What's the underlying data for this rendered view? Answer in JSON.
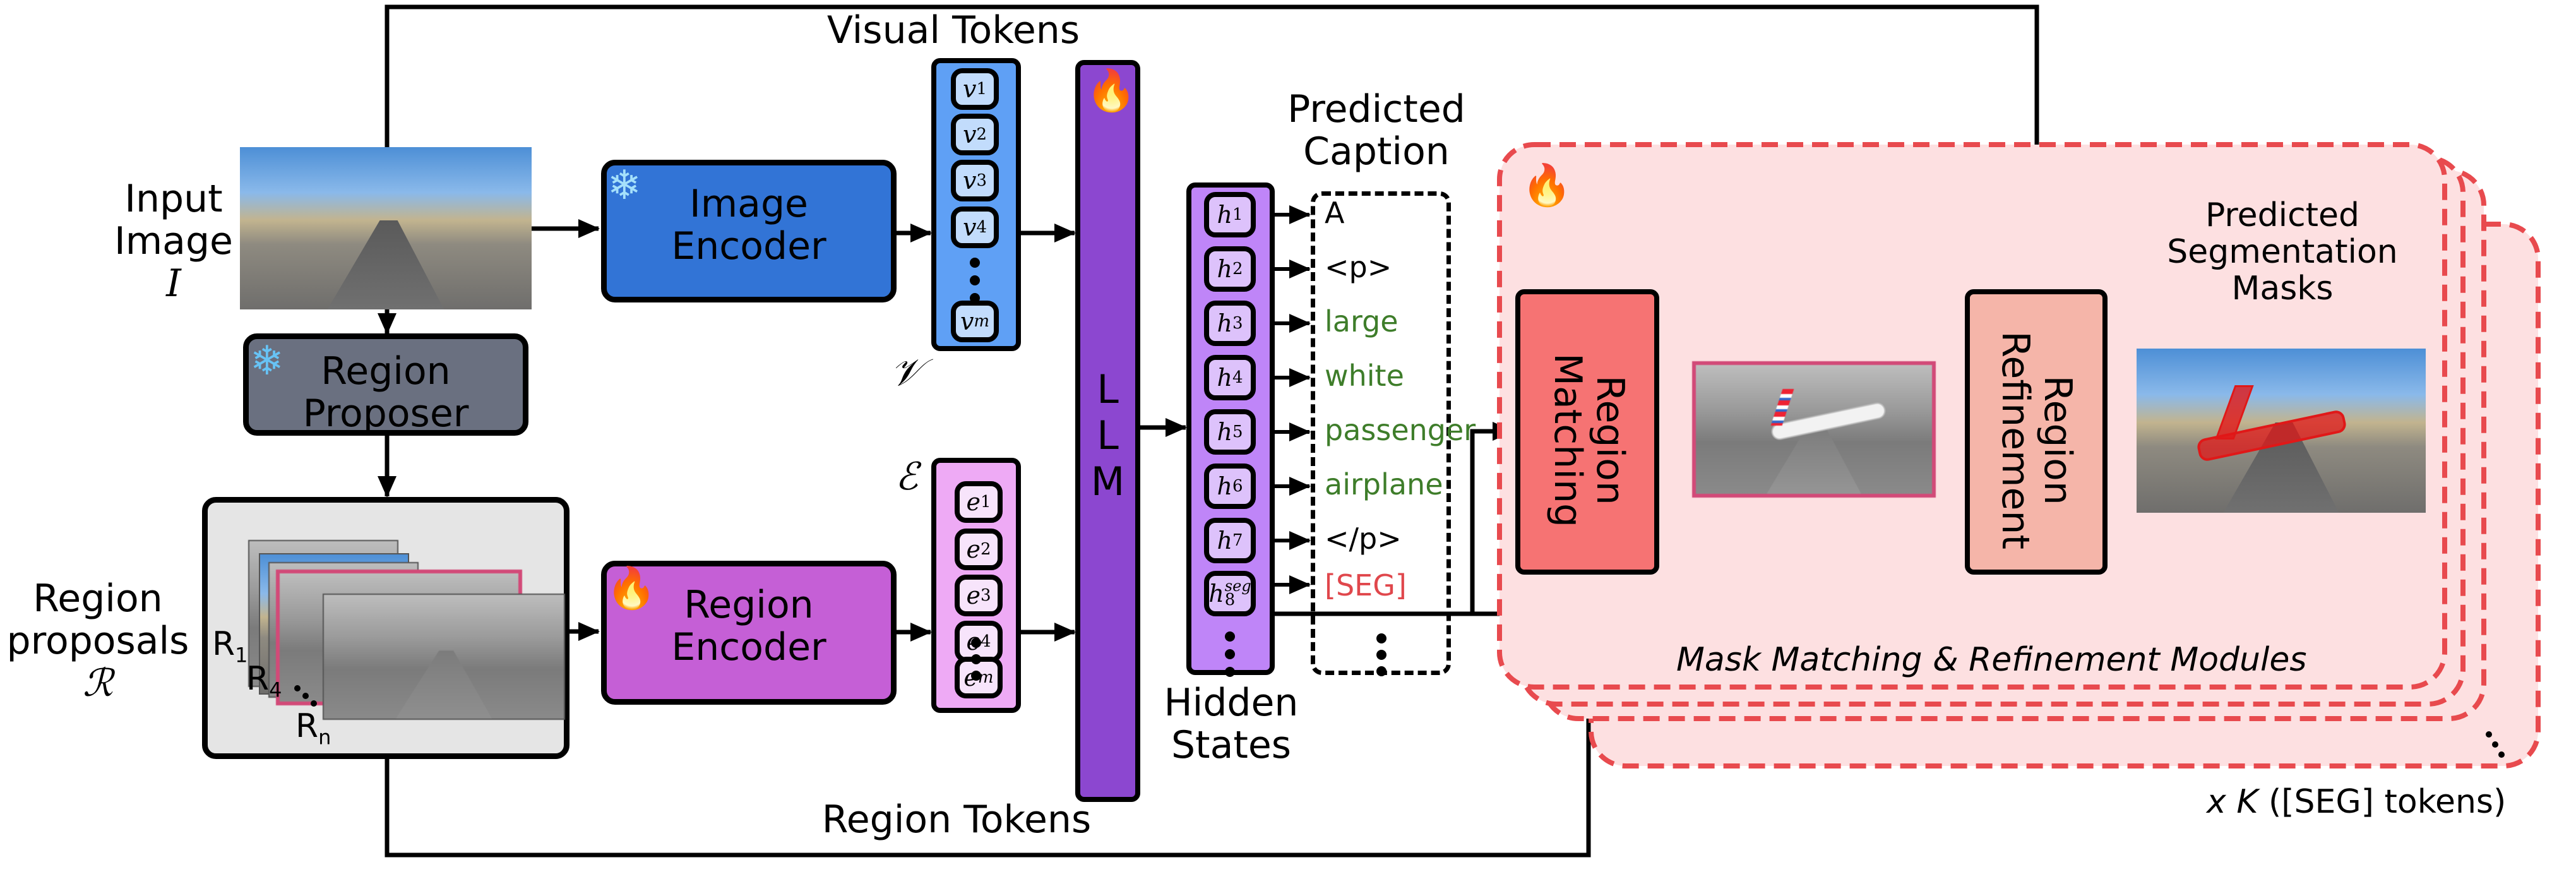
{
  "diagram": {
    "input": {
      "title_line1": "Input",
      "title_line2": "Image",
      "symbol": "I"
    },
    "image_encoder": {
      "line1": "Image",
      "line2": "Encoder",
      "state_icon": "snowflake-icon",
      "color": "#3274d6"
    },
    "region_proposer": {
      "line1": "Region",
      "line2": "Proposer",
      "state_icon": "snowflake-icon",
      "color": "#6a7080"
    },
    "region_proposals": {
      "line1": "Region",
      "line2": "proposals",
      "symbol": "ℛ",
      "labels": {
        "first": "R",
        "first_sub": "1",
        "second": "R",
        "second_sub": "4",
        "last": "R",
        "last_sub": "n"
      },
      "color": "#e5e5e5",
      "highlight_color": "#d24a78"
    },
    "region_encoder": {
      "line1": "Region",
      "line2": "Encoder",
      "state_icon": "fire-icon",
      "color": "#c55fd6"
    },
    "visual_tokens": {
      "title": "Visual Tokens",
      "symbol": "𝒱",
      "color": "#5fa0f5",
      "token_color": "#c2dcfc",
      "tokens": [
        {
          "base": "v",
          "sub": "1"
        },
        {
          "base": "v",
          "sub": "2"
        },
        {
          "base": "v",
          "sub": "3"
        },
        {
          "base": "v",
          "sub": "4"
        },
        {
          "base": "v",
          "sub": "m"
        }
      ]
    },
    "region_tokens": {
      "title": "Region Tokens",
      "symbol": "ℰ",
      "color": "#eeaaf5",
      "token_color": "#f7e4fb",
      "tokens": [
        {
          "base": "e",
          "sub": "1"
        },
        {
          "base": "e",
          "sub": "2"
        },
        {
          "base": "e",
          "sub": "3"
        },
        {
          "base": "e",
          "sub": "4"
        },
        {
          "base": "e",
          "sub": "m"
        }
      ]
    },
    "llm": {
      "letters": [
        "L",
        "L",
        "M"
      ],
      "state_icon": "fire-icon",
      "color": "#8c47d0"
    },
    "hidden_states": {
      "title_line1": "Hidden",
      "title_line2": "States",
      "color": "#bf85f8",
      "token_color": "#ddc2fb",
      "tokens": [
        {
          "base": "h",
          "sub": "1",
          "sup": ""
        },
        {
          "base": "h",
          "sub": "2",
          "sup": ""
        },
        {
          "base": "h",
          "sub": "3",
          "sup": ""
        },
        {
          "base": "h",
          "sub": "4",
          "sup": ""
        },
        {
          "base": "h",
          "sub": "5",
          "sup": ""
        },
        {
          "base": "h",
          "sub": "6",
          "sup": ""
        },
        {
          "base": "h",
          "sub": "7",
          "sup": ""
        },
        {
          "base": "h",
          "sub": "8",
          "sup": "seg"
        }
      ]
    },
    "predicted_caption": {
      "title_line1": "Predicted",
      "title_line2": "Caption",
      "words": [
        {
          "text": "A",
          "color": "#000000"
        },
        {
          "text": "<p>",
          "color": "#000000"
        },
        {
          "text": "large",
          "color": "#3e7d2a"
        },
        {
          "text": "white",
          "color": "#3e7d2a"
        },
        {
          "text": "passenger",
          "color": "#3e7d2a"
        },
        {
          "text": "airplane",
          "color": "#3e7d2a"
        },
        {
          "text": "</p>",
          "color": "#000000"
        },
        {
          "text": "[SEG]",
          "color": "#e0474c"
        }
      ]
    },
    "mask_modules": {
      "title": "Mask Matching & Refinement Modules",
      "state_icon": "fire-icon",
      "panel_color": "#fde0e1",
      "border_color": "#e84a4e",
      "region_matching": {
        "line1": "Region",
        "line2": "Matching",
        "color": "#f67373"
      },
      "region_refinement": {
        "line1": "Region",
        "line2": "Refinement",
        "color": "#f5b5a9"
      },
      "repeat_label": "x K ([SEG] tokens)",
      "repeat_prefix": "x",
      "repeat_symbol": "K",
      "repeat_suffix": "([SEG] tokens)"
    },
    "output": {
      "line1": "Predicted",
      "line2": "Segmentation",
      "line3": "Masks",
      "mask_color": "#e01818"
    }
  }
}
